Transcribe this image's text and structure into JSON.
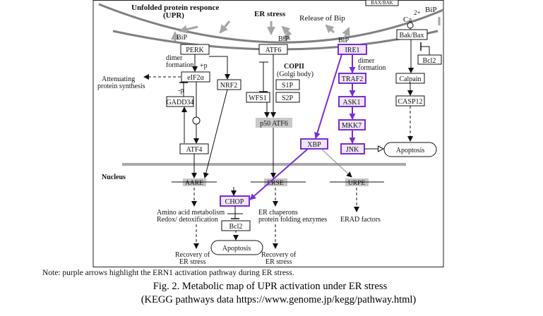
{
  "diagram": {
    "header": {
      "upr_line1": "Unfolded protein responce",
      "upr_line2": "(UPR)",
      "er_stress": "ER stress",
      "release_bip": "Release of Bip",
      "ca_label": "Ca",
      "ca_sup": "2+",
      "bip_right": "BiP"
    },
    "bip": {
      "left": "BiP",
      "middle": "BiP",
      "right": "BiP"
    },
    "nodes": {
      "perk": "PERK",
      "atf6": "ATF6",
      "ire1": "IRE1",
      "bakbax": "Bak/Bax",
      "bcl2_top": "Bcl2",
      "eif2a": "eIF2α",
      "nrf2": "NRF2",
      "gadd34": "GADD34",
      "wfs1": "WFS1",
      "s1p": "S1P",
      "s2p": "S2P",
      "traf2": "TRAF2",
      "calpain": "Calpain",
      "ask1": "ASK1",
      "casp12": "CASP12",
      "mkk7": "MKK7",
      "atf4": "ATF4",
      "xbp": "XBP",
      "jnk": "JNK",
      "apoptosis_right": "Apoptosis",
      "p50atf6": "p50 ATF6",
      "chop": "CHOP",
      "bcl2_bottom": "Bcl2",
      "apoptosis_bottom": "Apoptosis"
    },
    "labels": {
      "dimer_formation_left_1": "dimer",
      "dimer_formation_left_2": "formation",
      "plus_p": "+p",
      "attenuating_1": "Attenuating",
      "attenuating_2": "protein synthesis",
      "minus_p": "-p",
      "copii": "COPII",
      "golgi": "(Golgi body)",
      "dimer_formation_right_1": "dimer",
      "dimer_formation_right_2": "formation",
      "nucleus": "Nucleus",
      "aare": "AARE",
      "erse": "ERSE",
      "urpe": "URPE",
      "amino_acid_1": "Amino acid  metabolism",
      "amino_acid_2": "Redox/ detoxification",
      "er_chaperons_1": "ER chaperons",
      "er_chaperons_2": "protein folding enzymes",
      "erad": "ERAD factors",
      "recovery_left_1": "Recovery of",
      "recovery_left_2": "ER stress",
      "recovery_right_1": "Recovery of",
      "recovery_right_2": "ER stress",
      "top_right_cut": "BAX/BAK"
    }
  },
  "note": "Note: purple arrows highlight the ERN1 activation pathway during ER stress.",
  "caption": {
    "line1": "Fig. 2. Metabolic map of UPR activation under ER stress",
    "line2": "(KEGG pathways data https://www.genome.jp/kegg/pathway.html)"
  },
  "colors": {
    "highlight": "#7a2fd0",
    "highlight_fill": "#efe6fb",
    "membrane": "#808080",
    "grey_arrow": "#a6a6a6",
    "nucleus_bar": "#a9a9a9",
    "element_bg": "#c8c8c8"
  }
}
